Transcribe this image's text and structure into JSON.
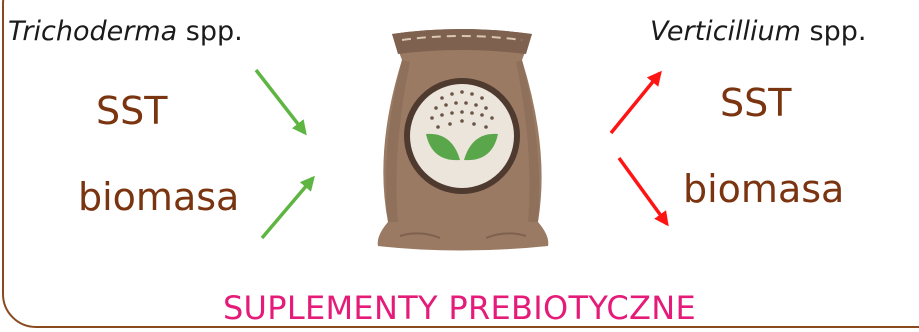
{
  "left": {
    "genus_name": "Trichoderma",
    "genus_suffix": " spp.",
    "metric_top": "SST",
    "metric_bottom": "biomasa",
    "arrow_color": "#5fb542"
  },
  "right": {
    "genus_name": "Verticillium",
    "genus_suffix": " spp.",
    "metric_top": "SST",
    "metric_bottom": "biomasa",
    "arrow_color": "#ff1414"
  },
  "center": {
    "icon": "prebiotic-supplement-bag-icon"
  },
  "footer": {
    "label": "SUPLEMENTY PREBIOTYCZNE",
    "color": "#e41b79"
  }
}
